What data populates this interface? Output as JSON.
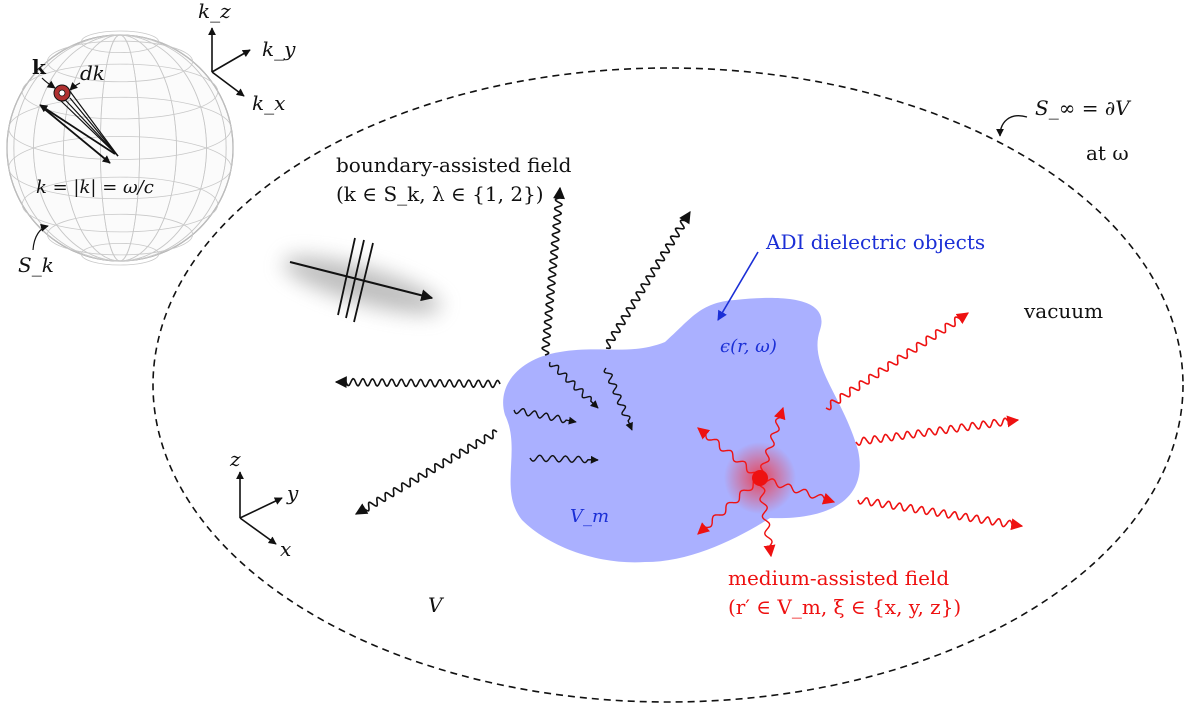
{
  "labels": {
    "surface": "S_∞ = ∂V",
    "at_omega": "at ω",
    "boundary_title": "boundary-assisted field",
    "boundary_cond": "(k ∈ S_k, λ ∈ {1, 2})",
    "adi": "ADI dielectric objects",
    "epsilon": "ϵ(r, ω)",
    "vacuum": "vacuum",
    "vm": "V_m",
    "v": "V",
    "medium_title": "medium-assisted field",
    "medium_cond": "(r′ ∈ V_m, ξ ∈ {x, y, z})",
    "k_vec": "k",
    "dk": "dk",
    "k_rel": "k = |k| = ω/c",
    "sk": "S_k",
    "kx": "k_x",
    "ky": "k_y",
    "kz": "k_z",
    "x": "x",
    "y": "y",
    "z": "z"
  },
  "colors": {
    "medium_blob": "#aab0ff",
    "blue_text": "#1b2fd6",
    "red_field": "#ee1111",
    "black": "#111111",
    "sphere_grid": "#c8c8c8",
    "dk_patch": "#b03030"
  }
}
